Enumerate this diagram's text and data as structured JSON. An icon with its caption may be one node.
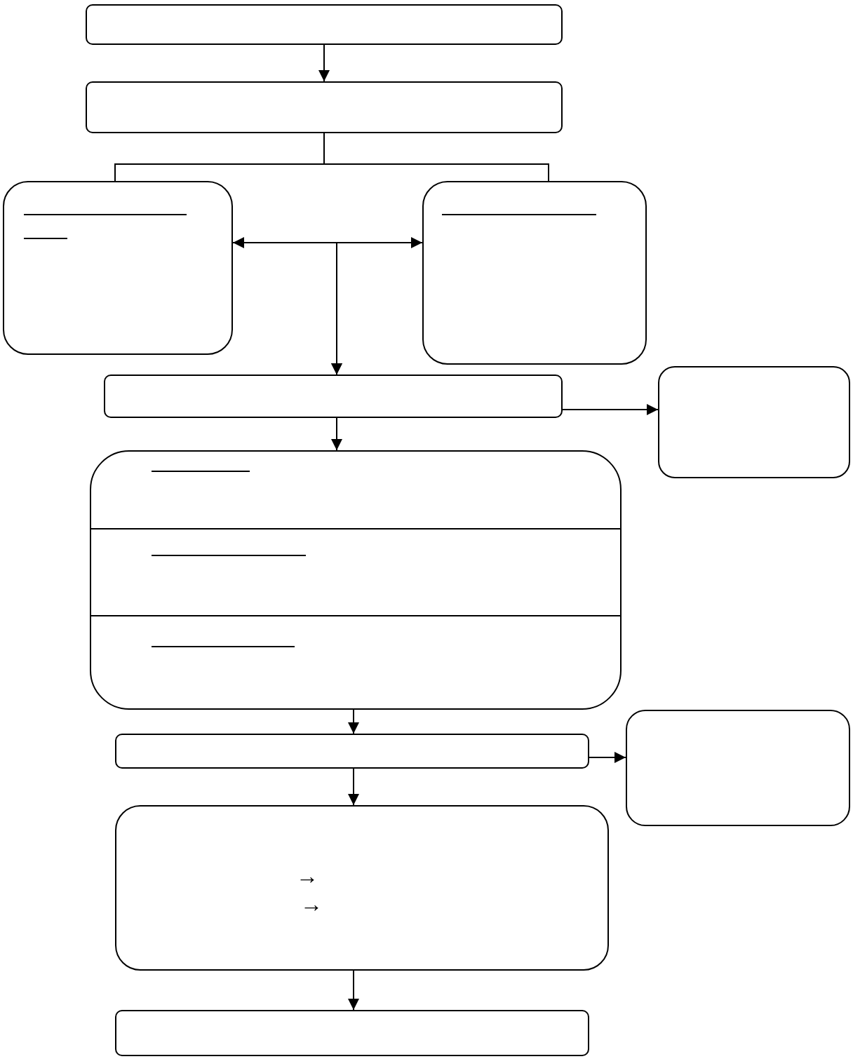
{
  "diagram": {
    "nodes": [
      {
        "text": [],
        "shape": "box"
      },
      {
        "text": [],
        "shape": "box"
      },
      {
        "text": [],
        "shape": "box"
      },
      {
        "text": [],
        "shape": "box"
      },
      {
        "text": [],
        "shape": "box"
      },
      {
        "text": [],
        "shape": "box"
      },
      {
        "text": [],
        "shape": "box"
      },
      {
        "text": [],
        "shape": "box"
      },
      {
        "text": [],
        "shape": "box"
      },
      {
        "text": [
          "→",
          "→"
        ]
      },
      {
        "text": [],
        "shape": "box"
      }
    ],
    "edges": [
      {
        "from": 0,
        "to": 1,
        "arrow": "to"
      },
      {
        "from": 1,
        "to": 2,
        "arrow": "none"
      },
      {
        "from": 1,
        "to": 3,
        "arrow": "none"
      },
      {
        "from": 2,
        "to": 3,
        "arrow": "both"
      },
      {
        "from": 2,
        "to": 4,
        "arrow": "to"
      },
      {
        "from": 3,
        "to": 4,
        "arrow": "to"
      },
      {
        "from": 4,
        "to": 5,
        "arrow": "to"
      },
      {
        "from": 4,
        "to": 6,
        "arrow": "to"
      },
      {
        "from": 6,
        "to": 7,
        "arrow": "to"
      },
      {
        "from": 7,
        "to": 8,
        "arrow": "to"
      },
      {
        "from": 7,
        "to": 9,
        "arrow": "to"
      },
      {
        "from": 9,
        "to": 10,
        "arrow": "to"
      }
    ]
  }
}
